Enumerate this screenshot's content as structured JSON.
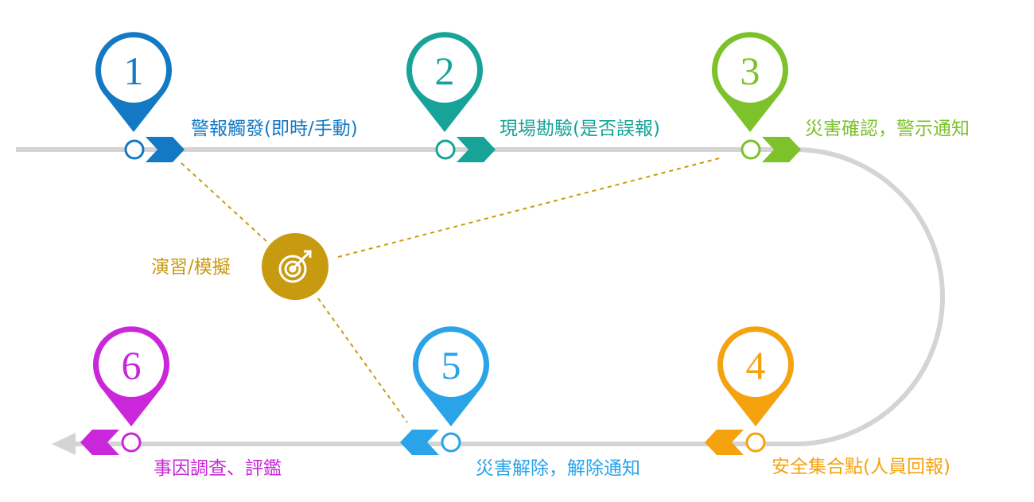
{
  "steps": [
    {
      "number": "1",
      "label": "警報觸發(即時/手動)",
      "color": "#1479c4"
    },
    {
      "number": "2",
      "label": "現場勘驗(是否誤報)",
      "color": "#17a398"
    },
    {
      "number": "3",
      "label": "災害確認，警示通知",
      "color": "#7dc12b"
    },
    {
      "number": "4",
      "label": "安全集合點(人員回報)",
      "color": "#f5a20f"
    },
    {
      "number": "5",
      "label": "災害解除，解除通知",
      "color": "#2aa3e8"
    },
    {
      "number": "6",
      "label": "事因調查、評鑑",
      "color": "#c927d9"
    }
  ],
  "drill": {
    "label": "演習/模擬",
    "color": "#c89a10",
    "icon": "target-icon"
  },
  "track_color": "#d4d4d4"
}
